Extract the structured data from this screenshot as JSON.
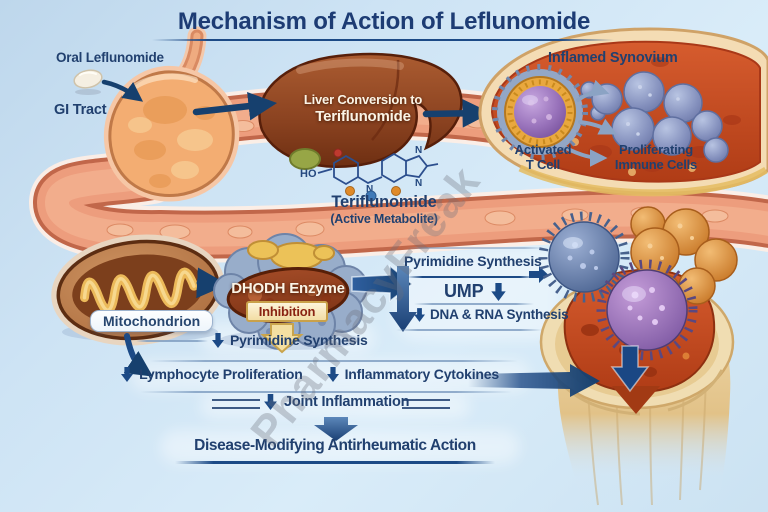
{
  "title": "Mechanism of Action of Leflunomide",
  "watermark": "PharmacyFreak",
  "gi": {
    "oral": "Oral Leflunomide",
    "tract": "GI Tract"
  },
  "liver": {
    "line1": "Liver Conversion to",
    "line2": "Teriflunomide"
  },
  "synovium": {
    "title": "Inflamed Synovium",
    "t_cell_1": "Activated",
    "t_cell_2": "T Cell",
    "prolif_1": "Proliferating",
    "prolif_2": "Immune Cells"
  },
  "metabolite": {
    "name": "Teriflunomide",
    "subtitle": "(Active Metabolite)",
    "ho": "HO",
    "n": "N"
  },
  "pathway": {
    "mitochondrion": "Mitochondrion",
    "dhodh": "DHODH Enzyme",
    "inhibition": "Inhibition",
    "pyr_down": "Pyrimidine Synthesis",
    "pyr": "Pyrimidine Synthesis",
    "ump": "UMP",
    "dna_rna": "DNA & RNA Synthesis"
  },
  "effects": {
    "lymphocyte": "Lymphocyte Proliferation",
    "cytokines": "Inflammatory Cytokines",
    "joint": "Joint Inflammation",
    "dmard": "Disease-Modifying Antirheumatic Action"
  },
  "colors": {
    "navy_text": "#1d3c74",
    "arrow_navy": "#1c4a86",
    "vessel": "#ed9d7d",
    "liver_brown": "#8a4522",
    "inflamed_red": "#cc4f24",
    "cream": "#f0ddb2",
    "enzyme_brown": "#9c4526",
    "inhibition_text": "#8a2312",
    "yellow": "#ecc258",
    "cell_purple": "#8a62ad",
    "cell_blue": "#5a74a4",
    "cell_orange": "#d98a36"
  }
}
